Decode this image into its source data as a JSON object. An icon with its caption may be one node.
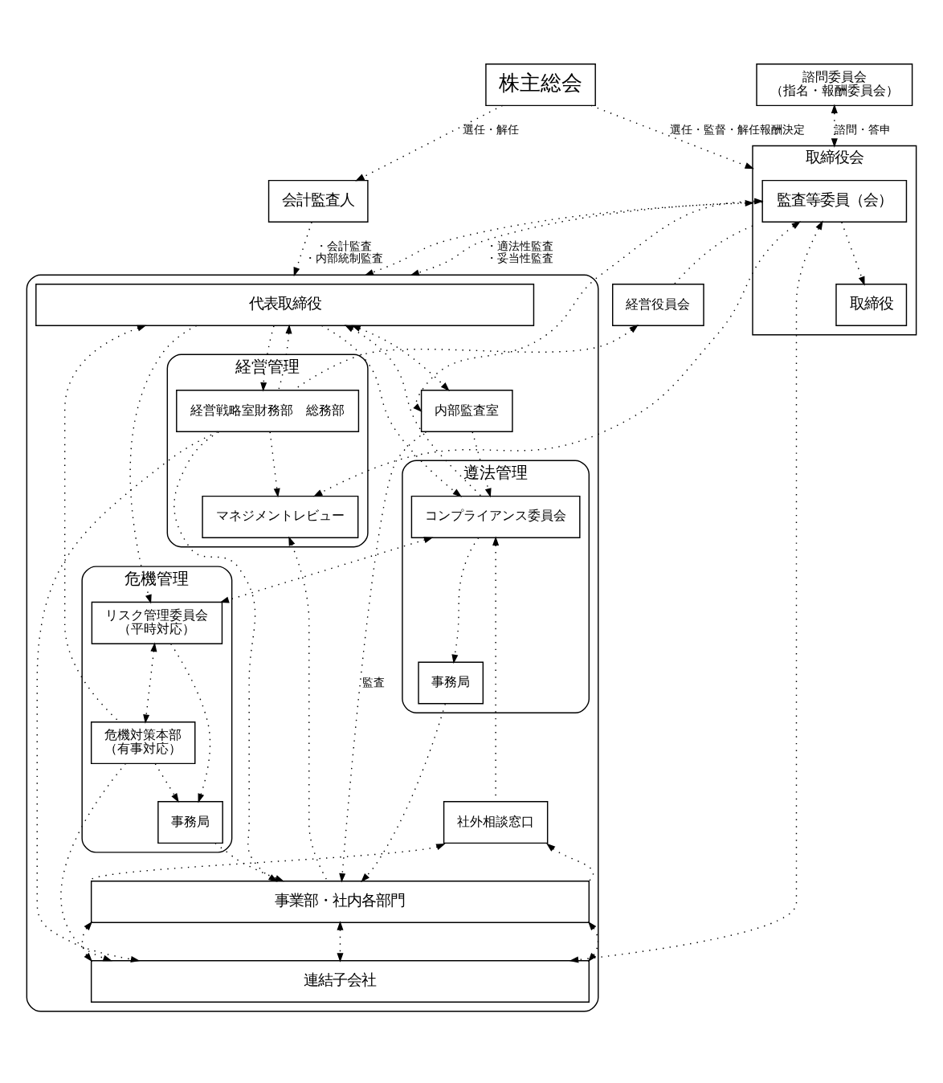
{
  "diagram": {
    "nodes": [
      {
        "text": [
          "株主総会"
        ]
      },
      {
        "text": [
          "諮問委員会（指名・報酬委員会）"
        ]
      },
      {
        "text": [
          "取締役会"
        ]
      },
      {
        "text": [
          "監査等委員（会）"
        ],
        "in": 2
      },
      {
        "text": [
          "取締役"
        ],
        "in": 2
      },
      {
        "text": [
          "会計監査人"
        ]
      },
      {
        "text": [
          "経営役員会"
        ]
      },
      {
        "text": [],
        "shape": "box"
      },
      {
        "text": [
          "代表取締役"
        ],
        "in": 7
      },
      {
        "text": [
          "経営管理"
        ],
        "in": 7
      },
      {
        "text": [
          "経営戦略室財務部　総務部"
        ],
        "in": 9
      },
      {
        "text": [
          "マネジメントレビュー"
        ],
        "in": 9
      },
      {
        "text": [
          "内部監査室"
        ],
        "in": 7
      },
      {
        "text": [
          "遵法管理"
        ],
        "in": 7
      },
      {
        "text": [
          "コンプライアンス委員会"
        ],
        "in": 13
      },
      {
        "text": [
          "事務局"
        ],
        "in": 13
      },
      {
        "text": [
          "危機管理"
        ],
        "in": 7
      },
      {
        "text": [
          "リスク管理委員会（平時対応）"
        ],
        "in": 16
      },
      {
        "text": [
          "危機対策本部（有事対応）"
        ],
        "in": 16
      },
      {
        "text": [
          "事務局"
        ],
        "in": 16
      },
      {
        "text": [
          "社外相談窓口"
        ],
        "in": 7
      },
      {
        "text": [
          "事業部・社内各部門"
        ],
        "in": 7
      },
      {
        "text": [
          "連結子会社"
        ],
        "in": 7
      }
    ],
    "edges": [
      {
        "from": 0,
        "to": 2,
        "arrow": "to",
        "label": "選任・監督・解任報酬決定"
      },
      {
        "from": 0,
        "to": 5,
        "arrow": "to",
        "label": "選任・解任"
      },
      {
        "from": 1,
        "to": 2,
        "arrow": "both",
        "label": "諮問・答申"
      },
      {
        "from": 2,
        "to": 7,
        "arrow": "both"
      },
      {
        "from": 6,
        "to": 2,
        "arrow": "none"
      },
      {
        "from": 10,
        "to": 6,
        "arrow": "to"
      },
      {
        "from": 10,
        "to": 21,
        "arrow": "to"
      },
      {
        "from": 10,
        "to": 22,
        "arrow": "to"
      },
      {
        "from": 3,
        "to": 12,
        "arrow": "both"
      },
      {
        "from": 3,
        "to": 11,
        "arrow": "both"
      },
      {
        "from": 3,
        "to": 22,
        "arrow": "both"
      },
      {
        "from": 3,
        "to": 7,
        "arrow": "to",
        "label": "・適法性監査・妥当性監査"
      },
      {
        "from": 3,
        "to": 4,
        "arrow": "to"
      },
      {
        "from": 5,
        "to": 7,
        "arrow": "to",
        "label": "・会計監査・内部統制監査"
      },
      {
        "from": 8,
        "to": 10,
        "arrow": "to"
      },
      {
        "from": 10,
        "to": 8,
        "arrow": "to"
      },
      {
        "from": 8,
        "to": 12,
        "arrow": "both"
      },
      {
        "from": 8,
        "to": 14,
        "arrow": "to"
      },
      {
        "from": 14,
        "to": 8,
        "arrow": "to"
      },
      {
        "from": 8,
        "to": 17,
        "arrow": "to"
      },
      {
        "from": 18,
        "to": 8,
        "arrow": "to"
      },
      {
        "from": 12,
        "to": 14,
        "arrow": "to"
      },
      {
        "from": 14,
        "to": 17,
        "arrow": "both"
      },
      {
        "from": 17,
        "to": 18,
        "arrow": "both"
      },
      {
        "from": 14,
        "to": 15,
        "arrow": "to"
      },
      {
        "from": 17,
        "to": 19,
        "arrow": "to"
      },
      {
        "from": 18,
        "to": 19,
        "arrow": "to"
      },
      {
        "from": 10,
        "to": 11,
        "arrow": "to"
      },
      {
        "from": 21,
        "to": 11,
        "arrow": "to"
      },
      {
        "from": 12,
        "to": 21,
        "arrow": "to",
        "label": "監査"
      },
      {
        "from": 15,
        "to": 21,
        "arrow": "to"
      },
      {
        "from": 19,
        "to": 21,
        "arrow": "to"
      },
      {
        "from": 21,
        "to": 20,
        "arrow": "to"
      },
      {
        "from": 21,
        "to": 20,
        "arrow": "to"
      },
      {
        "from": 20,
        "to": 14,
        "arrow": "to"
      },
      {
        "from": 21,
        "to": 22,
        "arrow": "both"
      },
      {
        "from": 21,
        "to": 22,
        "arrow": "both"
      },
      {
        "from": 21,
        "to": 22,
        "arrow": "both"
      },
      {
        "from": 18,
        "to": 22,
        "arrow": "to"
      }
    ]
  }
}
